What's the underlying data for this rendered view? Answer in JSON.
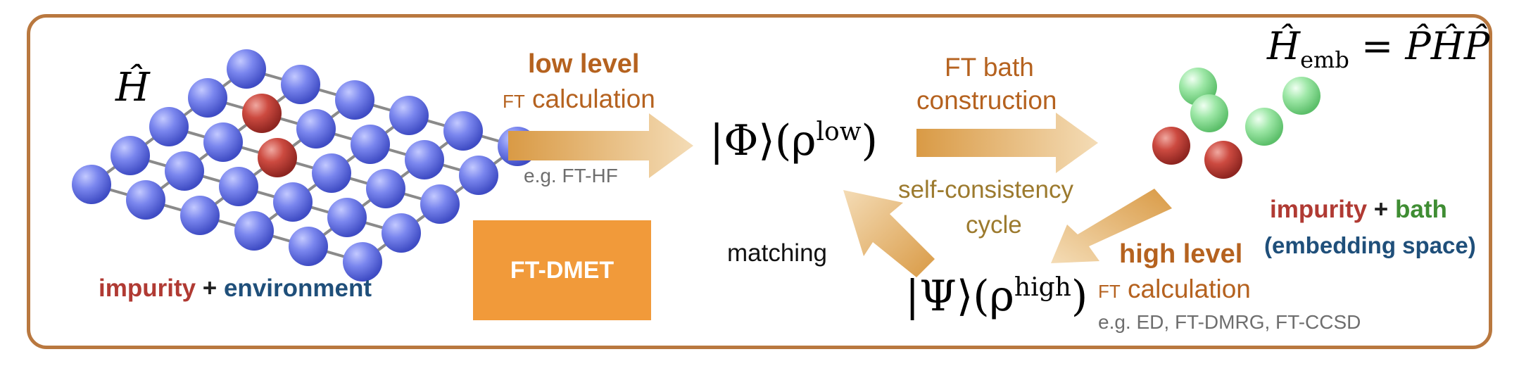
{
  "hamiltonian_symbol": "Ĥ",
  "lattice_caption": {
    "impurity": "impurity",
    "plus": " + ",
    "environment": "environment"
  },
  "low_level": {
    "title": "low level",
    "ft": "FT",
    "calc": " calculation",
    "example": "e.g. FT-HF"
  },
  "ft_dmet": "FT-DMET",
  "phi_state": {
    "ket": "|Φ⟩(ρ",
    "sup": "low",
    "close": ")"
  },
  "bath": {
    "line1": "FT bath",
    "line2": "construction"
  },
  "self_consistency": {
    "line1": "self-consistency",
    "line2": "cycle"
  },
  "matching": "matching",
  "psi_state": {
    "ket": "|Ψ⟩(ρ",
    "sup": "high",
    "close": ")"
  },
  "high_level": {
    "title": "high level",
    "ft": "FT",
    "calc": " calculation",
    "example": "e.g. ED, FT-DMRG, FT-CCSD"
  },
  "h_emb": {
    "h": "Ĥ",
    "sub": "emb",
    "rhs": " = P̂ĤP̂"
  },
  "embedding_caption": {
    "impurity": "impurity",
    "plus": " + ",
    "bath": "bath",
    "space": "(embedding space)"
  },
  "colors": {
    "environment_site": "#5f6fe6",
    "impurity_site": "#c0403a",
    "bath_site": "#8fe29a",
    "arrow": "#e0a95c",
    "frame": "#b9783f"
  },
  "lattice": {
    "rows": 5,
    "cols": 6,
    "impurity_sites": [
      [
        3,
        1
      ],
      [
        2,
        2
      ]
    ]
  }
}
